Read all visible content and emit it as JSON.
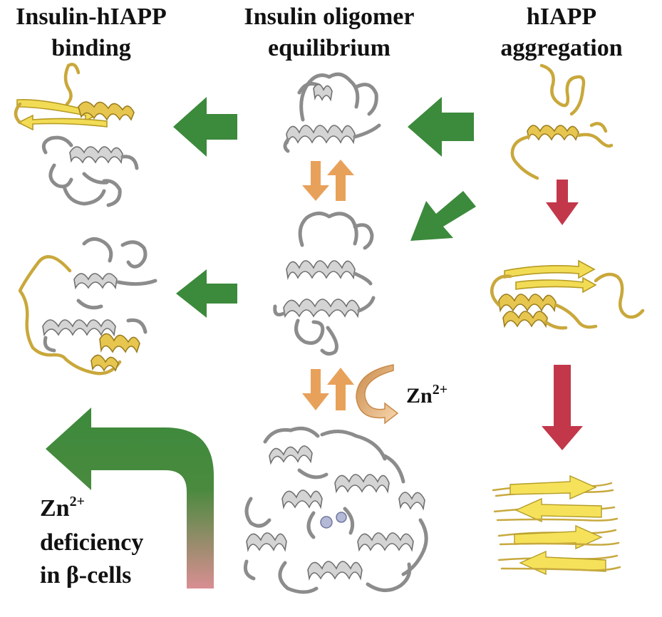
{
  "headers": {
    "binding": [
      "Insulin-hIAPP",
      "binding"
    ],
    "equilibrium": [
      "Insulin oligomer",
      "equilibrium"
    ],
    "aggregation": [
      "hIAPP",
      "aggregation"
    ]
  },
  "zinc_label": {
    "base": "Zn",
    "sup": "2+"
  },
  "deficiency_label": {
    "line1_base": "Zn",
    "line1_sup": "2+",
    "line2": "deficiency",
    "line3": "in β-cells"
  },
  "colors": {
    "green_arrow": "#3c8a3c",
    "orange_arrow": "#e8a15a",
    "red_arrow": "#c2384a",
    "insulin_gray": "#c8c8c8",
    "hiapp_yellow": "#e6c850",
    "zinc_ion": "#b4b9d6",
    "deficiency_gradient_end": "#d98e92"
  }
}
